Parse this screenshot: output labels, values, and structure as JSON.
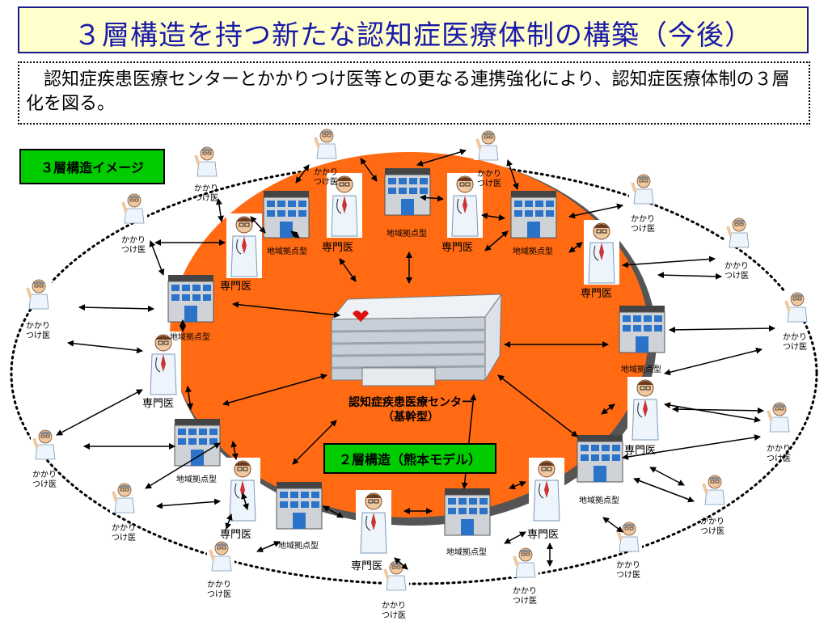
{
  "title": "３層構造を持つ新たな認知症医療体制の構築（今後）",
  "summary": "認知症疾患医療センターとかかりつけ医等との更なる連携強化により、認知症医療体制の３層化を図る。",
  "labels": {
    "three_layer_image": "３層構造イメージ",
    "two_layer_model": "２層構造（熊本モデル）",
    "center_line1": "認知症疾患医療センター",
    "center_line2": "（基幹型）",
    "specialist": "専門医",
    "regional_base": "地域拠点型",
    "gp": "かかりつけ医"
  },
  "colors": {
    "title_bg": "#ffffcc",
    "title_text": "#1a1aa8",
    "inner_ellipse": "#ff6a13",
    "label_green": "#00cc00"
  }
}
